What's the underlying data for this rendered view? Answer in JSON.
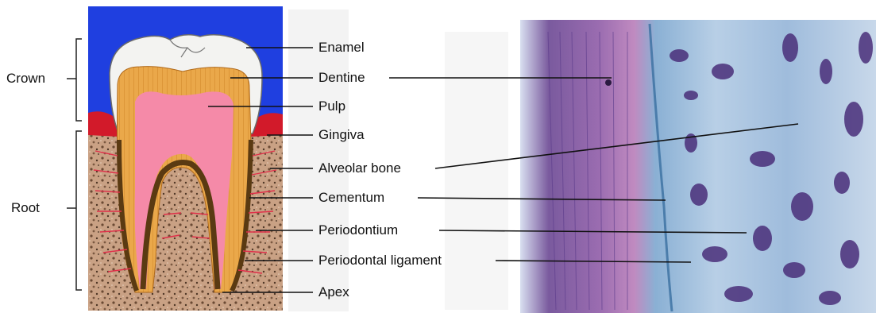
{
  "diagram": {
    "sections": {
      "crown": "Crown",
      "root": "Root"
    },
    "labels": {
      "enamel": "Enamel",
      "dentine": "Dentine",
      "pulp": "Pulp",
      "gingiva": "Gingiva",
      "alveolar_bone": "Alveolar bone",
      "cementum": "Cementum",
      "periodontium": "Periodontium",
      "periodontal_ligament": "Periodontal ligament",
      "apex": "Apex"
    },
    "colors": {
      "background_blue": "#1f3fe0",
      "enamel": "#f4f4f2",
      "dentine": "#e8a94a",
      "pulp": "#f58aa8",
      "gingiva": "#d21a2a",
      "bone": "#c89c7c",
      "cementum": "#5a3a12",
      "ligament": "#e0304a",
      "histology_purple": "#8a5fa8",
      "histology_blue": "#8fb4d6"
    }
  }
}
